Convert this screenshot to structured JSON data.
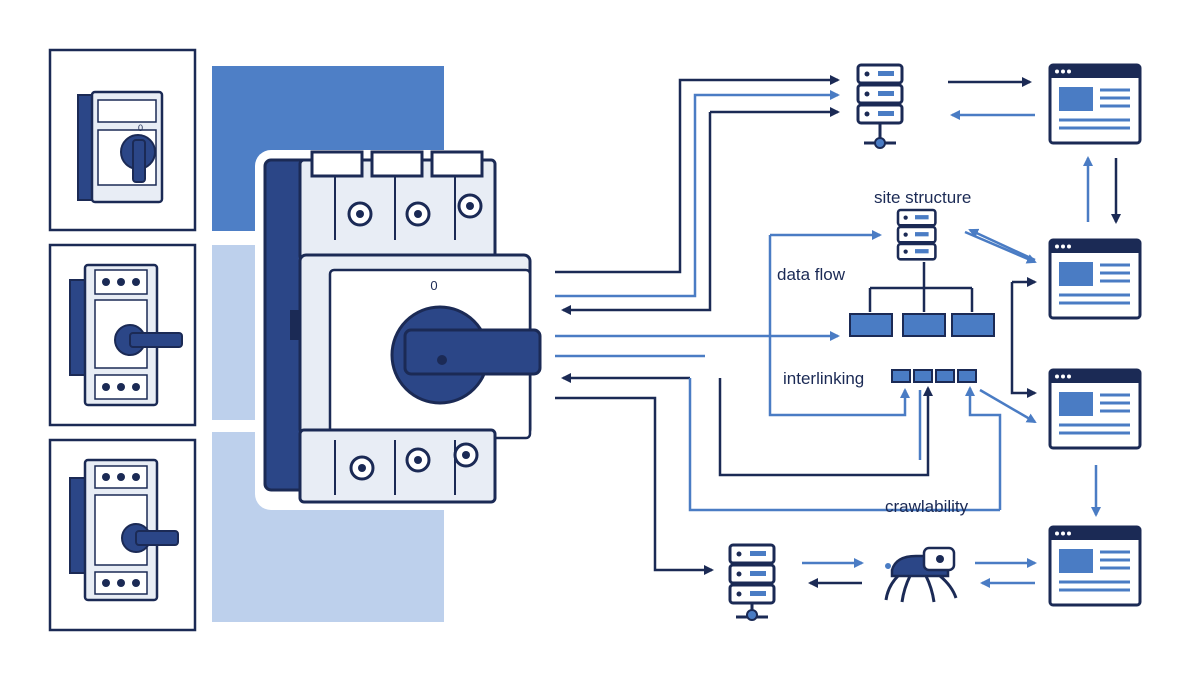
{
  "labels": {
    "site_structure": "site structure",
    "data_flow": "data flow",
    "interlinking": "interlinking",
    "crawlability": "crawlability",
    "dial_zero": "0",
    "mini_dial_zero": "0"
  },
  "colors": {
    "navy": "#1b2a55",
    "blue": "#4a7cc4",
    "light_blue": "#bdd0ec",
    "panel_blue": "#4e7fc6",
    "switch_body": "#e8edf5",
    "knob": "#2b4687"
  },
  "icons": [
    "server-icon",
    "webpage-icon",
    "spider-icon",
    "rotary-switch-icon",
    "circuit-breaker-icon"
  ]
}
